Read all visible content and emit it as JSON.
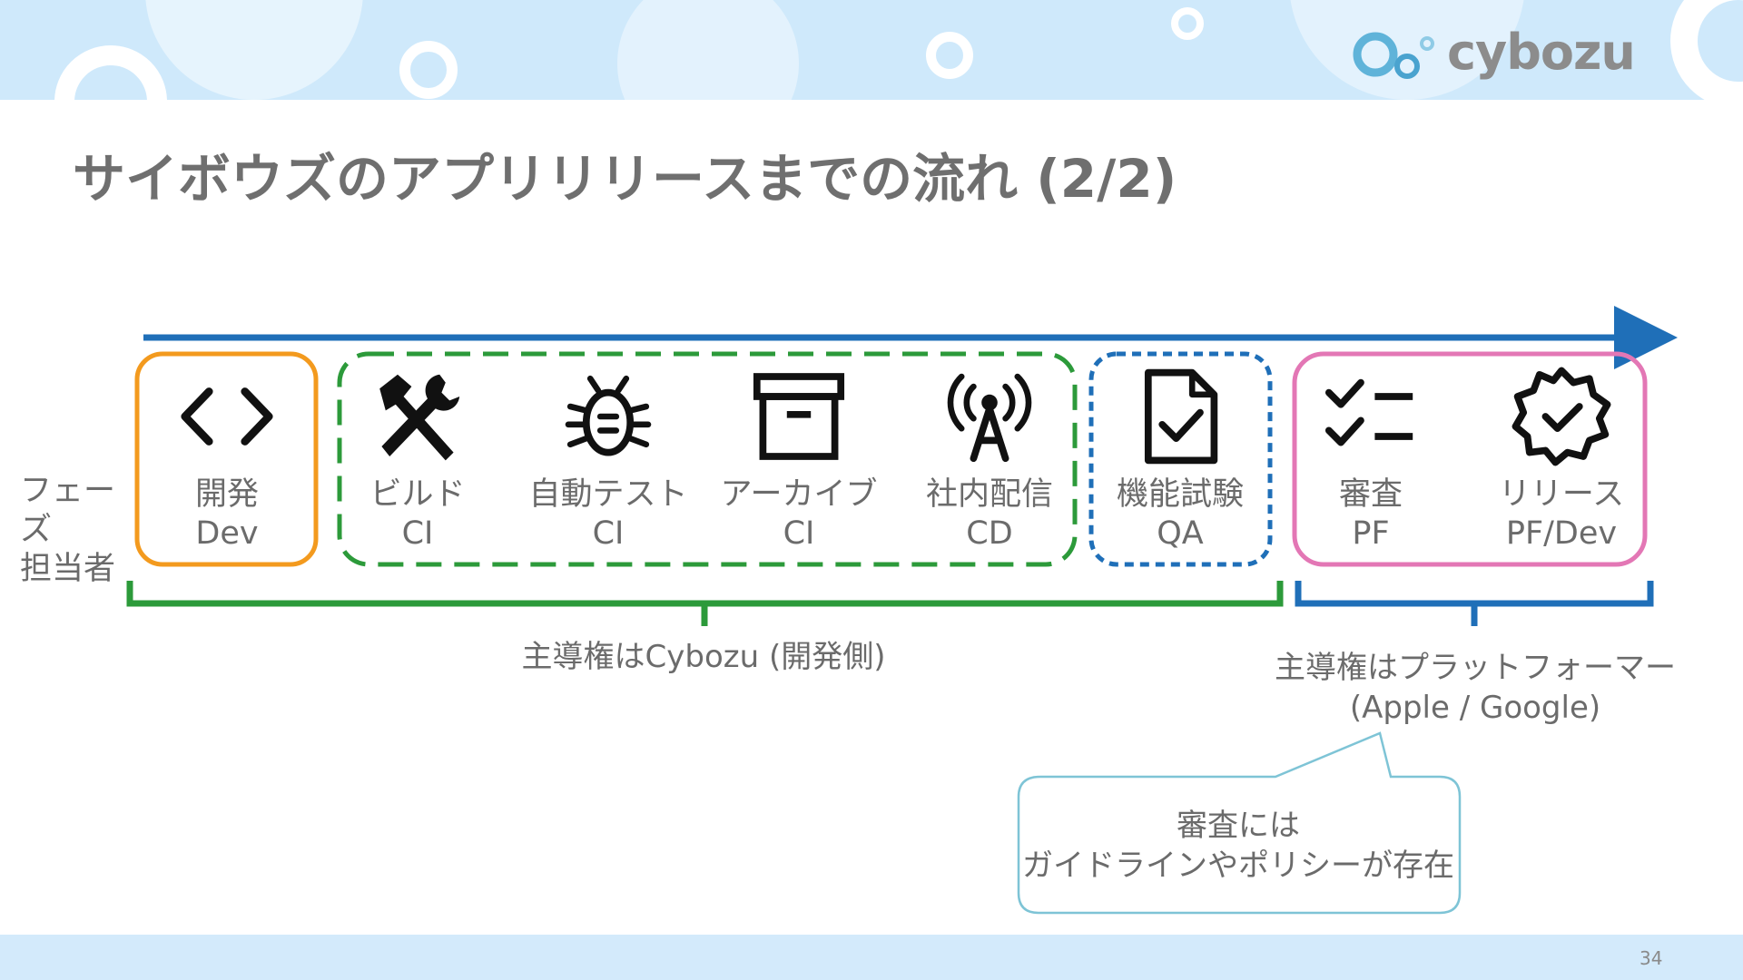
{
  "slide": {
    "title": "サイボウズのアプリリリースまでの流れ (2/2)",
    "brand": "cybozu",
    "page_number": "34"
  },
  "phase_label": {
    "line1": "フェーズ",
    "line2": "担当者"
  },
  "steps": [
    {
      "phase": "開発",
      "owner": "Dev",
      "icon": "code-icon"
    },
    {
      "phase": "ビルド",
      "owner": "CI",
      "icon": "tools-icon"
    },
    {
      "phase": "自動テスト",
      "owner": "CI",
      "icon": "bug-icon"
    },
    {
      "phase": "アーカイブ",
      "owner": "CI",
      "icon": "archive-box-icon"
    },
    {
      "phase": "社内配信",
      "owner": "CD",
      "icon": "broadcast-antenna-icon"
    },
    {
      "phase": "機能試験",
      "owner": "QA",
      "icon": "document-check-icon"
    },
    {
      "phase": "審査",
      "owner": "PF",
      "icon": "checklist-icon"
    },
    {
      "phase": "リリース",
      "owner": "PF/Dev",
      "icon": "verified-badge-icon"
    }
  ],
  "groups": {
    "cybozu_label": "主導権はCybozu (開発側)",
    "platform_label_line1": "主導権はプラットフォーマー",
    "platform_label_line2": "(Apple / Google)"
  },
  "callout": {
    "line1": "審査には",
    "line2": "ガイドラインやポリシーが存在"
  },
  "colors": {
    "timeline_arrow": "#1f6fb8",
    "dev_box": "#f39a1e",
    "ci_cd_box": "#2c9a3a",
    "qa_box": "#1f6fb8",
    "platform_box": "#e377b5",
    "cybozu_bracket": "#2c9a3a",
    "platform_bracket": "#1f6fb8",
    "callout_border": "#7ec4d6",
    "text": "#6b6b6b",
    "title": "#6f6f6f",
    "banner": "#cfe9fb"
  }
}
